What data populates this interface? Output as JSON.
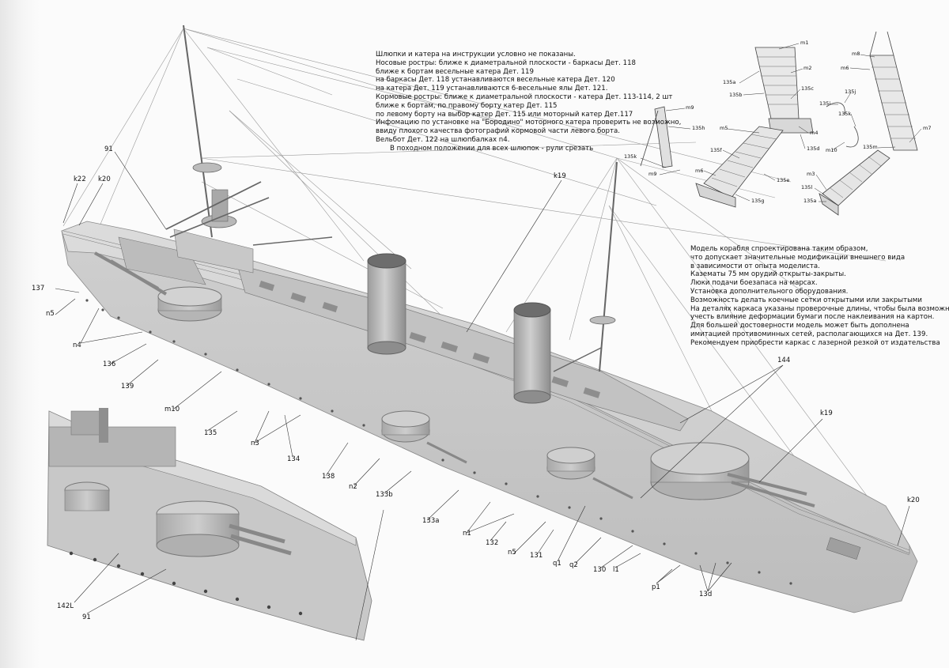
{
  "notes_boats": [
    "Шлюпки и катера на инструкции условно не показаны.",
    "Носовые ростры:  ближе к диаметральной плоскости - баркасы Дет. 118",
    "ближе к бортам весельные катера Дет. 119",
    "на баркасы Дет. 118  устанавливаются весельные катера Дет. 120",
    "на катера Дет. 119 устанавливаются 6-весельные ялы Дет. 121.",
    "Кормовые ростры: ближе к диаметральной плоскости -  катера Дет. 113-114, 2 шт",
    "ближе к бортам, по правому борту катер Дет. 115",
    "по левому борту на выбор катер Дет. 115 или моторный катер  Дет.117",
    "Инфомацию по установке на \"Бородино\" моторного катера проверить не возможно,",
    "ввиду плохого качества фотографий кормовой части левого борта.",
    "Вельбот Дет. 122  на шлюпбалках  n4.",
    "В походном положении для всех шлюпок - рули срезать"
  ],
  "notes_model": [
    "Модель корабля спроектирована таким образом,",
    "что допускает значительные модификации внешнего вида",
    "в зависимости от опыта моделиста.",
    "Казематы 75 мм орудий открыты-закрыты.",
    "Люки подачи боезапаса на марсах.",
    "Установка дополнительного оборудования.",
    "Возможность делать коечные сетки открытыми или закрытыми",
    "На деталях каркаса указаны проверочные длины, чтобы была возможность",
    "учесть влияние деформации бумаги после наклеивания на картон.",
    "Для большей достоверности модель может быть дополнена",
    "имитацией противоминных сетей, располагающихся на Дет. 139.",
    "Рекомендуем приобрести каркас с лазерной резкой от издательства"
  ],
  "labels": {
    "k22": "k22",
    "k20a": "k20",
    "n91a": "91",
    "n137": "137",
    "n5a": "n5",
    "n4": "n4",
    "n136": "136",
    "n139": "139",
    "m10a": "m10",
    "n135": "135",
    "n3": "n3",
    "n134": "134",
    "n138": "138",
    "n2": "n2",
    "n133b": "133b",
    "n133a": "133a",
    "n1": "n1",
    "n132": "132",
    "n5b": "n5",
    "n131": "131",
    "q1": "q1",
    "q2": "q2",
    "n130": "130",
    "l1": "l1",
    "p1": "p1",
    "n13d": "13d",
    "k20b": "k20",
    "k19a": "k19",
    "k19b": "k19",
    "n144": "144",
    "n142l": "142L",
    "n91b": "91"
  },
  "ladder_labels": {
    "m1": "m1",
    "m2": "m2",
    "l135a": "135a",
    "l135b": "135b",
    "l135c": "135c",
    "m4": "m4",
    "m5": "m5",
    "l135d": "135d",
    "l135f": "135f",
    "m6a": "m6",
    "l135e": "135e",
    "l135g": "135g",
    "m9a": "m9",
    "l135h": "135h",
    "l135k": "135k",
    "m9b": "m9",
    "m8": "m8",
    "m6b": "m6",
    "l135j": "135j",
    "l135i": "135i",
    "l135k2": "135k",
    "m10": "m10",
    "l135m": "135m",
    "m7": "m7",
    "m3": "m3",
    "l135l": "135l",
    "l135a2": "135a"
  }
}
